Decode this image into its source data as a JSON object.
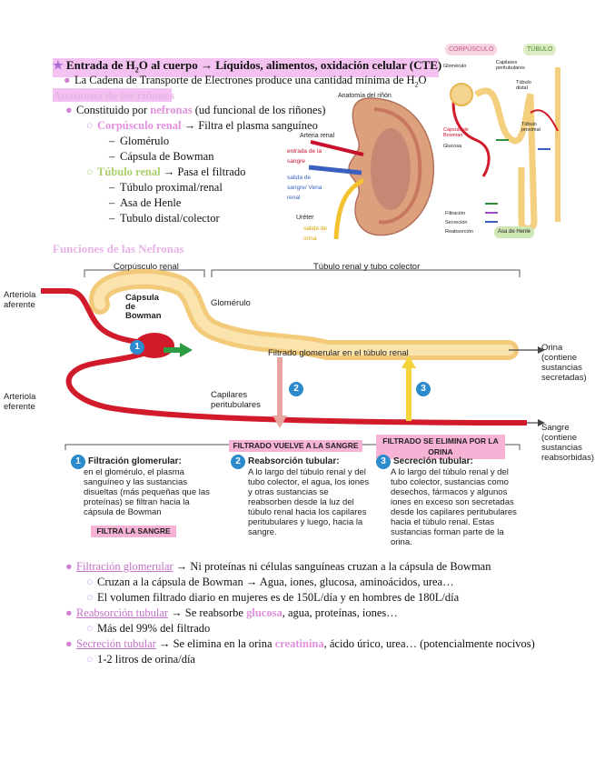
{
  "header": {
    "star": "★",
    "title_pre": "Entrada de H",
    "title_sub": "2",
    "title_post": "O al cuerpo → Líquidos, alimentos, oxidación celular (CTE)",
    "cte_line": "La Cadena de Transporte de Electrones produce una cantidad mínima de H",
    "cte_sub": "2",
    "cte_post": "O"
  },
  "anatomy": {
    "heading": "Anatomía de los riñones",
    "item1_pre": "Constituido por ",
    "item1_word": "nefronas",
    "item1_post": " (ud funcional de los riñones)",
    "corpusculo": "Corpúsculo renal",
    "corpusculo_post": " → Filtra el plasma sanguíneo",
    "glomerulo": "Glomérulo",
    "bowman": "Cápsula de Bowman",
    "tubulo": "Túbulo renal",
    "tubulo_post": " → Pasa el filtrado",
    "t1": "Túbulo proximal/renal",
    "t2": "Asa de Henle",
    "t3": "Tubulo distal/colector"
  },
  "kidney_fig": {
    "title": "Anatomía del riñón",
    "arteria": "Arteria renal",
    "entrada": "entrada de la sangre",
    "salida": "salida de sangre/ Vena renal",
    "ureter": "Uréter ",
    "salida_orina": "salida de orina"
  },
  "nephron_fig": {
    "corpusculo": "CORPÚSCULO",
    "tubulo": "TÚBULO",
    "glomerulo": "Glomérulo",
    "capilares": "Capilares peritubulares",
    "tubulo_distal": "Túbulo distal",
    "tubulo_proximal": "Túbulo proximal",
    "capsula": "Cápsula de Bowman",
    "glucosa": "Glucosa",
    "filtracion": "Filtración",
    "secrecion": "Secreción",
    "reabsorcion": "Reabsorción",
    "asa": "Asa de Henle"
  },
  "functions": {
    "heading": "Funciones de las Nefronas"
  },
  "diagram": {
    "corpusculo_renal": "Corpúsculo renal",
    "tubulo_colector": "Túbulo renal y tubo colector",
    "arteriola_aferente": "Arteriola aferente",
    "capsula": "Cápsula de Bowman",
    "glomerulo": "Glomérulo",
    "filtrado": "Filtrado glomerular en el túbulo renal",
    "orina": "Orina (contiene sustancias secretadas)",
    "arteriola_eferente": "Arteriola eferente",
    "capilares": "Capilares peritubulares",
    "sangre": "Sangre (contiene sustancias reabsorbidas)",
    "n1": "1",
    "n2": "2",
    "n3": "3",
    "badge_vuelve": "FILTRADO VUELVE A LA SANGRE",
    "badge_elimina": "FILTRADO SE ELIMINA POR LA ORINA",
    "badge_filtra": "FILTRA LA SANGRE",
    "s1_title": "Filtración glomerular:",
    "s1_text": "en el glomérulo, el plasma sanguíneo y las sustancias disueltas (más pequeñas que las proteínas) se filtran hacia la cápsula de Bowman",
    "s2_title": "Reabsorción tubular:",
    "s2_text": "A lo largo del túbulo renal y del tubo colector, el agua, los iones y otras sustancias se reabsorben desde la luz del túbulo renal hacia los capilares peritubulares y luego, hacia la sangre.",
    "s3_title": "Secreción tubular:",
    "s3_text": "A lo largo del túbulo renal y del tubo colector, sustancias como desechos, fármacos y algunos iones en exceso son secretadas desde los capilares peritubulares hacia el túbulo renal. Estas sustancias forman parte de la orina."
  },
  "notes": {
    "f_title": "Filtración glomerular",
    "f_post": " → Ni proteínas ni células sanguíneas cruzan a la cápsula de Bowman",
    "f_a": "Cruzan a la cápsula de Bowman → Agua, iones, glucosa, aminoácidos, urea…",
    "f_b": "El volumen filtrado diario en mujeres es de 150L/día y en hombres de 180L/día",
    "r_title": "Reabsorción tubular",
    "r_pre": " → Se reabsorbe ",
    "r_word": "glucosa",
    "r_post": ", agua, proteínas, iones…",
    "r_a": "Más del 99% del filtrado",
    "s_title": "Secreción tubular",
    "s_pre": " → Se elimina en la orina ",
    "s_word": "creatinina",
    "s_post": ", ácido úrico, urea… (potencialmente nocivos)",
    "s_a": "1-2 litros de orina/día"
  }
}
